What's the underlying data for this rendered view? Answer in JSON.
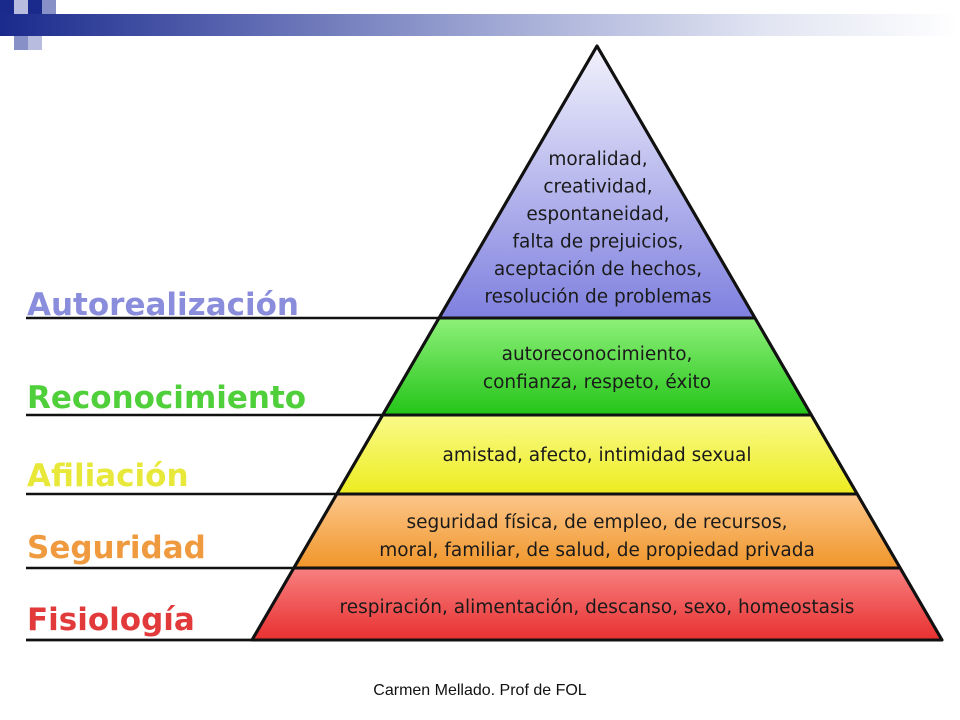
{
  "levels": [
    {
      "label": "Autorealización",
      "color": "#8a8cdc",
      "lines": [
        "moralidad,",
        "creatividad,",
        "espontaneidad,",
        "falta de prejuicios,",
        "aceptación de hechos,",
        "resolución de problemas"
      ]
    },
    {
      "label": "Reconocimiento",
      "color": "#4fcf3a",
      "lines": [
        "autoreconocimiento,",
        "confianza, respeto, éxito"
      ]
    },
    {
      "label": "Afiliación",
      "color": "#e8e83a",
      "lines": [
        "amistad, afecto, intimidad sexual"
      ]
    },
    {
      "label": "Seguridad",
      "color": "#ef9a3e",
      "lines": [
        "seguridad física, de empleo, de recursos,",
        "moral, familiar, de salud, de propiedad privada"
      ]
    },
    {
      "label": "Fisiología",
      "color": "#e23a3a",
      "lines": [
        "respiración, alimentación, descanso, sexo, homeostasis"
      ]
    }
  ],
  "footer": "Carmen Mellado. Prof de FOL"
}
